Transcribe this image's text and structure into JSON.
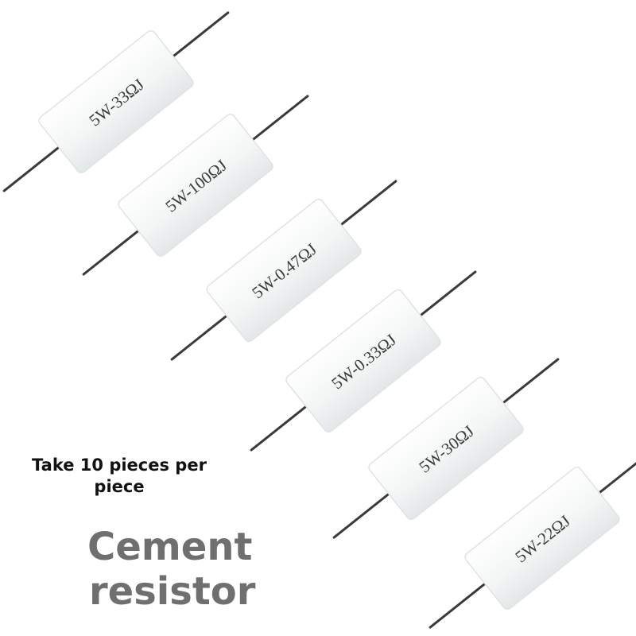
{
  "resistors": [
    {
      "label": "5W-33ΩJ"
    },
    {
      "label": "5W-100ΩJ"
    },
    {
      "label": "5W-0.47ΩJ"
    },
    {
      "label": "5W-0.33ΩJ"
    },
    {
      "label": "5W-30ΩJ"
    },
    {
      "label": "5W-22ΩJ"
    }
  ],
  "caption": {
    "line1": "Take 10 pieces per",
    "line2": "piece"
  },
  "title": {
    "line1": "Cement",
    "line2": "resistor"
  },
  "colors": {
    "body_fill": "#f4f6f6",
    "body_edge": "#dfe3e4",
    "lead": "#3a3a3a",
    "label_text": "#3a3a3a",
    "title_text": "#6f6f6f",
    "caption_text": "#111111"
  }
}
